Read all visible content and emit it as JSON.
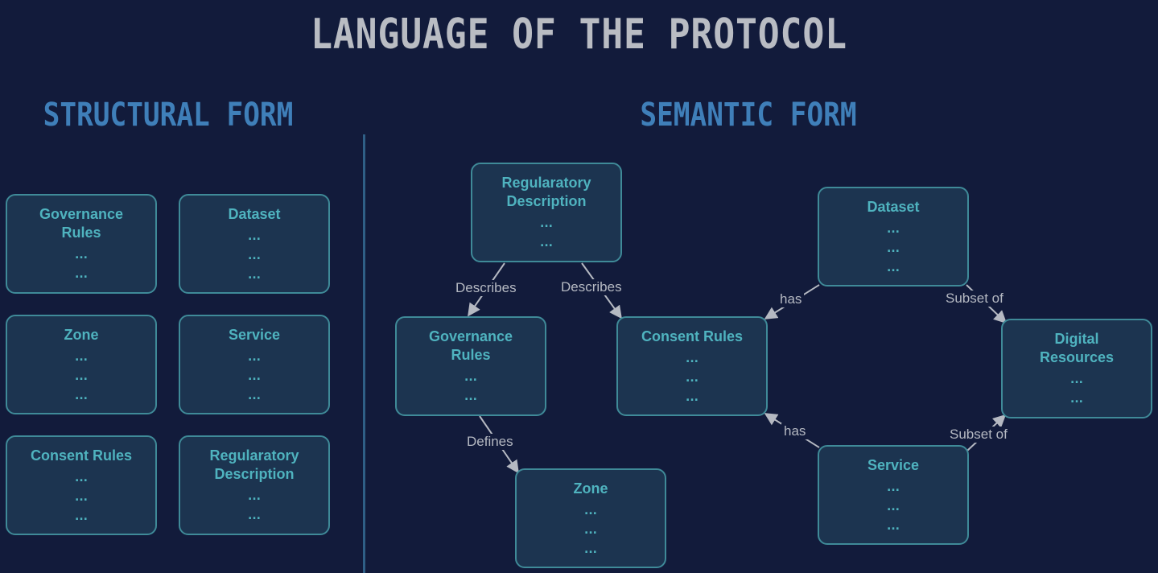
{
  "title": "LANGUAGE OF THE PROTOCOL",
  "structural": {
    "title": "STRUCTURAL FORM",
    "boxes": [
      {
        "title": "Governance\nRules",
        "lines": [
          "...",
          "..."
        ]
      },
      {
        "title": "Dataset",
        "lines": [
          "...",
          "...",
          "..."
        ]
      },
      {
        "title": "Zone",
        "lines": [
          "...",
          "...",
          "..."
        ]
      },
      {
        "title": "Service",
        "lines": [
          "...",
          "...",
          "..."
        ]
      },
      {
        "title": "Consent Rules",
        "lines": [
          "...",
          "...",
          "..."
        ]
      },
      {
        "title": "Regularatory\nDescription",
        "lines": [
          "...",
          "..."
        ]
      }
    ]
  },
  "semantic": {
    "title": "SEMANTIC FORM",
    "nodes": [
      {
        "title": "Regularatory\nDescription",
        "lines": [
          "...",
          "..."
        ]
      },
      {
        "title": "Governance\nRules",
        "lines": [
          "...",
          "..."
        ]
      },
      {
        "title": "Consent Rules",
        "lines": [
          "...",
          "...",
          "..."
        ]
      },
      {
        "title": "Zone",
        "lines": [
          "...",
          "...",
          "..."
        ]
      },
      {
        "title": "Dataset",
        "lines": [
          "...",
          "...",
          "..."
        ]
      },
      {
        "title": "Digital\nResources",
        "lines": [
          "...",
          "..."
        ]
      },
      {
        "title": "Service",
        "lines": [
          "...",
          "...",
          "..."
        ]
      }
    ],
    "edges": [
      {
        "label": "Describes"
      },
      {
        "label": "Describes"
      },
      {
        "label": "Defines"
      },
      {
        "label": "has"
      },
      {
        "label": "has"
      },
      {
        "label": "Subset of"
      },
      {
        "label": "Subset of"
      }
    ]
  },
  "colors": {
    "background": "#121b3b",
    "box_fill": "#1c3450",
    "box_border": "#3f8a98",
    "box_text": "#4fb3bf",
    "section_title": "#3f7fb9",
    "main_title": "#b9bcc3",
    "edge": "#b5b9c2"
  }
}
